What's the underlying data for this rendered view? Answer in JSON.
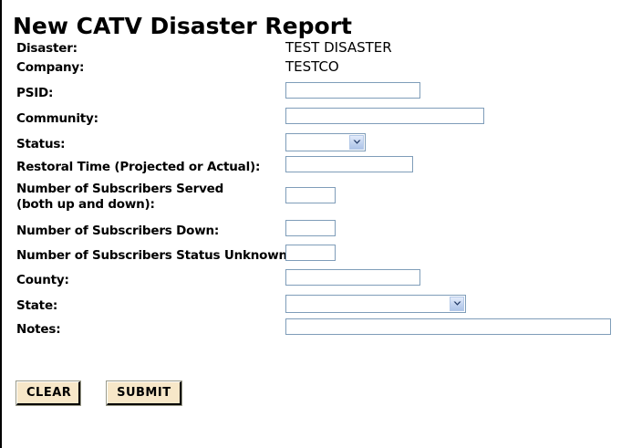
{
  "page": {
    "title": "New CATV Disaster Report"
  },
  "form": {
    "rows": [
      {
        "label": "Disaster:",
        "type": "static",
        "value": "TEST DISASTER"
      },
      {
        "label": "Company:",
        "type": "static",
        "value": "TESTCO"
      },
      {
        "label": "PSID:",
        "type": "text",
        "value": "",
        "placeholder": ""
      },
      {
        "label": "Community:",
        "type": "text",
        "value": "",
        "placeholder": ""
      },
      {
        "label": "Status:",
        "type": "select",
        "value": "",
        "options": [
          ""
        ]
      },
      {
        "label": "Restoral Time (Projected or Actual):",
        "type": "text",
        "value": "",
        "placeholder": ""
      },
      {
        "label": "Number of Subscribers Served\n(both up and down):",
        "type": "text",
        "value": "",
        "placeholder": ""
      },
      {
        "label": "Number of Subscribers Down:",
        "type": "text",
        "value": "",
        "placeholder": ""
      },
      {
        "label": "Number of Subscribers Status Unknown:",
        "type": "text",
        "value": "",
        "placeholder": ""
      },
      {
        "label": "County:",
        "type": "text",
        "value": "",
        "placeholder": ""
      },
      {
        "label": "State:",
        "type": "select",
        "value": "",
        "options": [
          ""
        ]
      },
      {
        "label": "Notes:",
        "type": "text",
        "value": "",
        "placeholder": ""
      }
    ]
  },
  "buttons": {
    "clear_label": "CLEAR",
    "submit_label": "SUBMIT"
  },
  "colors": {
    "page_background": "#ffffff",
    "text": "#000000",
    "input_border": "#7f9db9",
    "select_arrow_fill": "#c2d3ef",
    "select_arrow_glyph": "#203864",
    "button_face": "#f7e7c8",
    "button_shadow": "#000000",
    "page_border": "#000000"
  }
}
